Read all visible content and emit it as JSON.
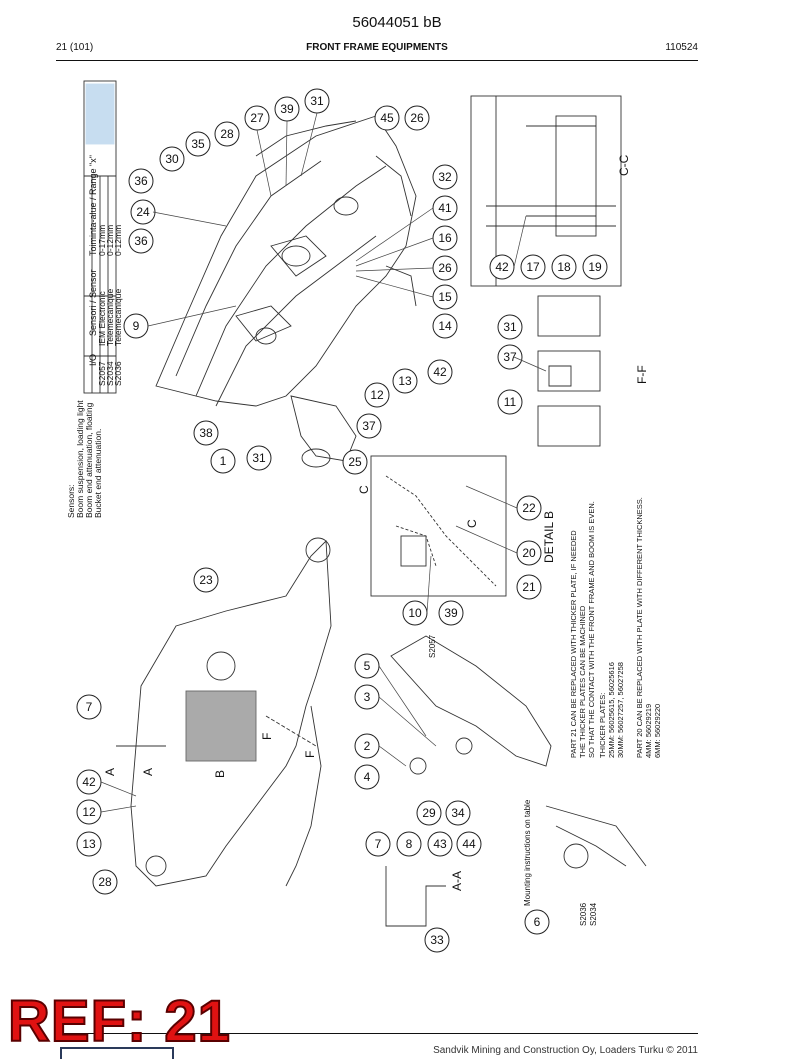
{
  "header": {
    "doc_id": "56044051 bB",
    "page": "21 (101)",
    "title": "FRONT FRAME EQUIPMENTS",
    "date": "110524"
  },
  "sensors_note": {
    "lines": [
      "Sensors:",
      "Boom suspension, loading light",
      "Boom end attenuation, floating",
      "Bucket end attenuation."
    ]
  },
  "sensor_table": {
    "headers": [
      "I/O",
      "Sensori / Sensor",
      "Toiminta-alue / Range \"x\""
    ],
    "rows": [
      [
        "S2057",
        "IEM Electronic",
        "0-17mm"
      ],
      [
        "S2034",
        "Telemecanique",
        "0-12mm"
      ],
      [
        "S2036",
        "Telemecanique",
        "0-12mm"
      ]
    ]
  },
  "views": {
    "detail_b": "DETAIL B",
    "section_cc": "C-C",
    "section_ff": "F-F",
    "section_aa": "A-A"
  },
  "section_markers": [
    "A",
    "A",
    "B",
    "F",
    "F",
    "C",
    "C"
  ],
  "sensor_labels": [
    "S2057",
    "S2036",
    "S2034"
  ],
  "mounting_note": "Mounting instructions on table",
  "plate_note": {
    "lines": [
      "PART 21 CAN BE REPLACED WITH THICKER PLATE, IF NEEDED",
      "THE THICKER PLATES CAN BE MACHINED",
      "SO THAT THE CONTACT WITH THE FRONT FRAME AND BOOM IS EVEN.",
      "THICKER PLATES:",
      "25MM: 56025615, 56025616",
      "30MM: 56027257, 56027258",
      "",
      "PART 20 CAN BE REPLACED WITH PLATE WITH DIFFERENT THICKNESS.",
      "4MM: 56029219",
      "6MM: 56029220"
    ]
  },
  "callouts": {
    "c1": "31",
    "c2": "39",
    "c3": "27",
    "c4": "28",
    "c5": "35",
    "c6": "30",
    "c7": "36",
    "c8": "24",
    "c9": "36",
    "c10": "45",
    "c11": "26",
    "c12": "32",
    "c13": "41",
    "c14": "16",
    "c15": "26",
    "c16": "15",
    "c17": "14",
    "c18": "42",
    "c19": "13",
    "c20": "12",
    "c21": "37",
    "c22": "9",
    "c23": "38",
    "c24": "1",
    "c25": "31",
    "c26": "25",
    "c27": "42",
    "c28": "17",
    "c29": "18",
    "c30": "19",
    "c31": "31",
    "c32": "37",
    "c33": "11",
    "c34": "22",
    "c35": "20",
    "c36": "21",
    "c37": "10",
    "c38": "39",
    "c39": "23",
    "c40": "7",
    "c41": "42",
    "c42": "12",
    "c43": "13",
    "c44": "28",
    "c45": "5",
    "c46": "3",
    "c47": "2",
    "c48": "4",
    "c49": "29",
    "c50": "34",
    "c51": "7",
    "c52": "8",
    "c53": "43",
    "c54": "44",
    "c55": "33",
    "c56": "6"
  },
  "ref_stamp": "REF: 21",
  "footer": "Sandvik Mining and Construction Oy, Loaders Turku © 2011"
}
